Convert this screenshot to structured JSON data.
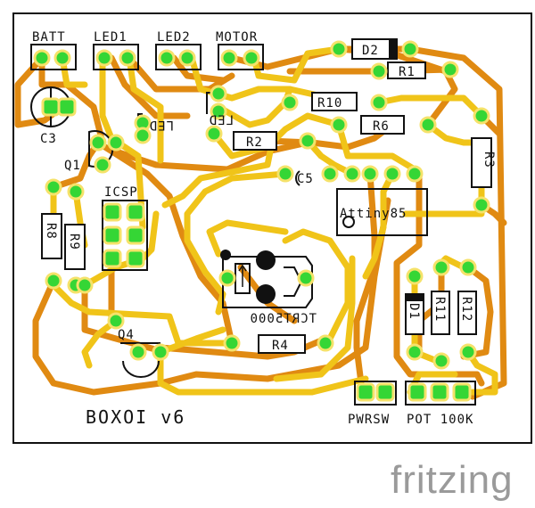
{
  "board": {
    "title": "BOXOI v6",
    "border_color": "#111111",
    "trace_colors": {
      "top": "#f0c419",
      "bottom": "#e08a12"
    },
    "pad_colors": {
      "fill": "#35d635",
      "ring": "#f5e26a"
    }
  },
  "connectors": {
    "batt": "BATT",
    "led1": "LED1",
    "led2": "LED2",
    "motor": "MOTOR",
    "pwrsw": "PWRSW",
    "pot": "POT 100K"
  },
  "components": {
    "d2": "D2",
    "r1": "R1",
    "r10": "R10",
    "r6": "R6",
    "r2": "R2",
    "r3": "R3",
    "r8": "R8",
    "r9": "R9",
    "r4": "R4",
    "r11": "R11",
    "r12": "R12",
    "d1": "D1",
    "c3": "C3",
    "c5": "C5",
    "q1": "Q1",
    "q4": "Q4",
    "icsp": "ICSP",
    "ic": "Attiny85",
    "sensor": "TCRT5000",
    "led_mirror_1": "LED",
    "led_mirror_2": "LED"
  },
  "watermark": "fritzing"
}
